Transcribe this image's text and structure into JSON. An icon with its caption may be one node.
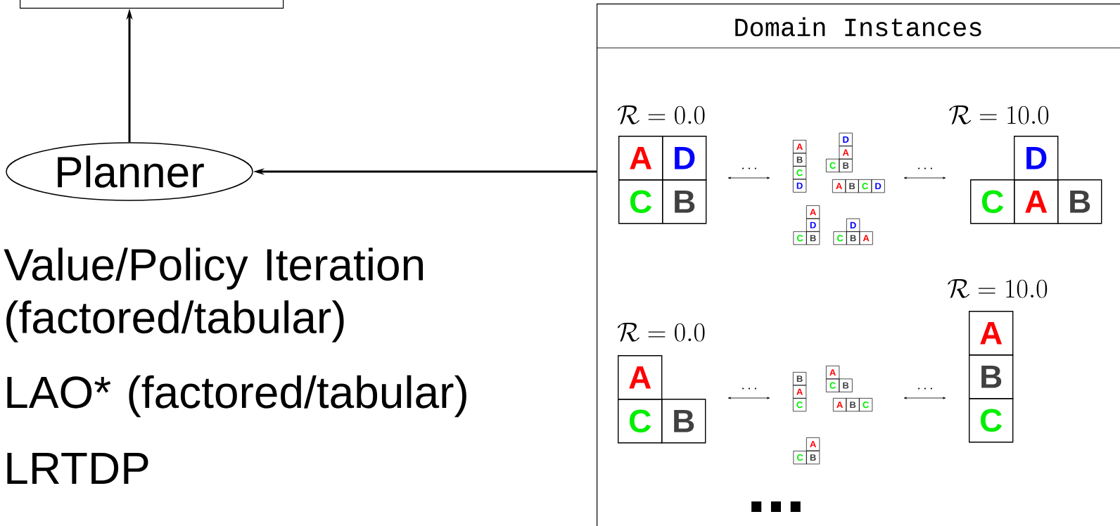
{
  "diagram": {
    "nodes": [
      {
        "text": [],
        "shape": "box"
      },
      {
        "text": [
          "Planner"
        ]
      },
      {
        "text": [
          "Domain Instances"
        ]
      },
      {
        "text": [
          "A"
        ],
        "in": 2
      },
      {
        "text": [
          "D"
        ],
        "in": 2
      },
      {
        "text": [
          "C"
        ],
        "in": 2
      },
      {
        "text": [
          "B"
        ],
        "in": 2
      },
      {
        "text": [
          "A"
        ],
        "in": 2
      },
      {
        "text": [
          "B"
        ],
        "in": 2
      },
      {
        "text": [
          "C"
        ],
        "in": 2
      },
      {
        "text": [
          "D"
        ],
        "in": 2
      },
      {
        "text": [
          "D"
        ],
        "in": 2
      },
      {
        "text": [
          "A"
        ],
        "in": 2
      },
      {
        "text": [
          "C"
        ],
        "in": 2
      },
      {
        "text": [
          "B"
        ],
        "in": 2
      },
      {
        "text": [
          "A"
        ],
        "in": 2
      },
      {
        "text": [
          "B"
        ],
        "in": 2
      },
      {
        "text": [
          "C"
        ],
        "in": 2
      },
      {
        "text": [
          "D"
        ],
        "in": 2
      },
      {
        "text": [
          "A"
        ],
        "in": 2
      },
      {
        "text": [
          "D"
        ],
        "in": 2
      },
      {
        "text": [
          "C"
        ],
        "in": 2
      },
      {
        "text": [
          "B"
        ],
        "in": 2
      },
      {
        "text": [
          "D"
        ],
        "in": 2
      },
      {
        "text": [
          "C"
        ],
        "in": 2
      },
      {
        "text": [
          "B"
        ],
        "in": 2
      },
      {
        "text": [
          "A"
        ],
        "in": 2
      },
      {
        "text": [
          "D"
        ],
        "in": 2
      },
      {
        "text": [
          "C"
        ],
        "in": 2
      },
      {
        "text": [
          "A"
        ],
        "in": 2
      },
      {
        "text": [
          "B"
        ],
        "in": 2
      },
      {
        "text": [
          "A"
        ],
        "in": 2
      },
      {
        "text": [
          "C"
        ],
        "in": 2
      },
      {
        "text": [
          "B"
        ],
        "in": 2
      },
      {
        "text": [
          "B"
        ],
        "in": 2
      },
      {
        "text": [
          "A"
        ],
        "in": 2
      },
      {
        "text": [
          "C"
        ],
        "in": 2
      },
      {
        "text": [
          "A"
        ],
        "in": 2
      },
      {
        "text": [
          "C"
        ],
        "in": 2
      },
      {
        "text": [
          "B"
        ],
        "in": 2
      },
      {
        "text": [
          "A"
        ],
        "in": 2
      },
      {
        "text": [
          "B"
        ],
        "in": 2
      },
      {
        "text": [
          "C"
        ],
        "in": 2
      },
      {
        "text": [
          "A"
        ],
        "in": 2
      },
      {
        "text": [
          "C"
        ],
        "in": 2
      },
      {
        "text": [
          "B"
        ],
        "in": 2
      },
      {
        "text": [
          "A"
        ],
        "in": 2
      },
      {
        "text": [
          "B"
        ],
        "in": 2
      },
      {
        "text": [
          "C"
        ],
        "in": 2
      }
    ],
    "edges": [
      {
        "from": 1,
        "to": 0,
        "arrow": "to"
      },
      {
        "from": 2,
        "to": 1,
        "arrow": "to"
      }
    ],
    "labels": [
      "Value/Policy Iteration (factored/tabular)",
      "LAO* (factored/tabular)",
      "LRTDP",
      "\\mathcal{R} = 0.0",
      "\\mathcal{R} = 10.0",
      "\\cdots",
      "\\cdots",
      "\\mathcal{R} = 10.0",
      "\\mathcal{R} = 0.0",
      "\\cdots",
      "\\cdots",
      "..."
    ]
  }
}
